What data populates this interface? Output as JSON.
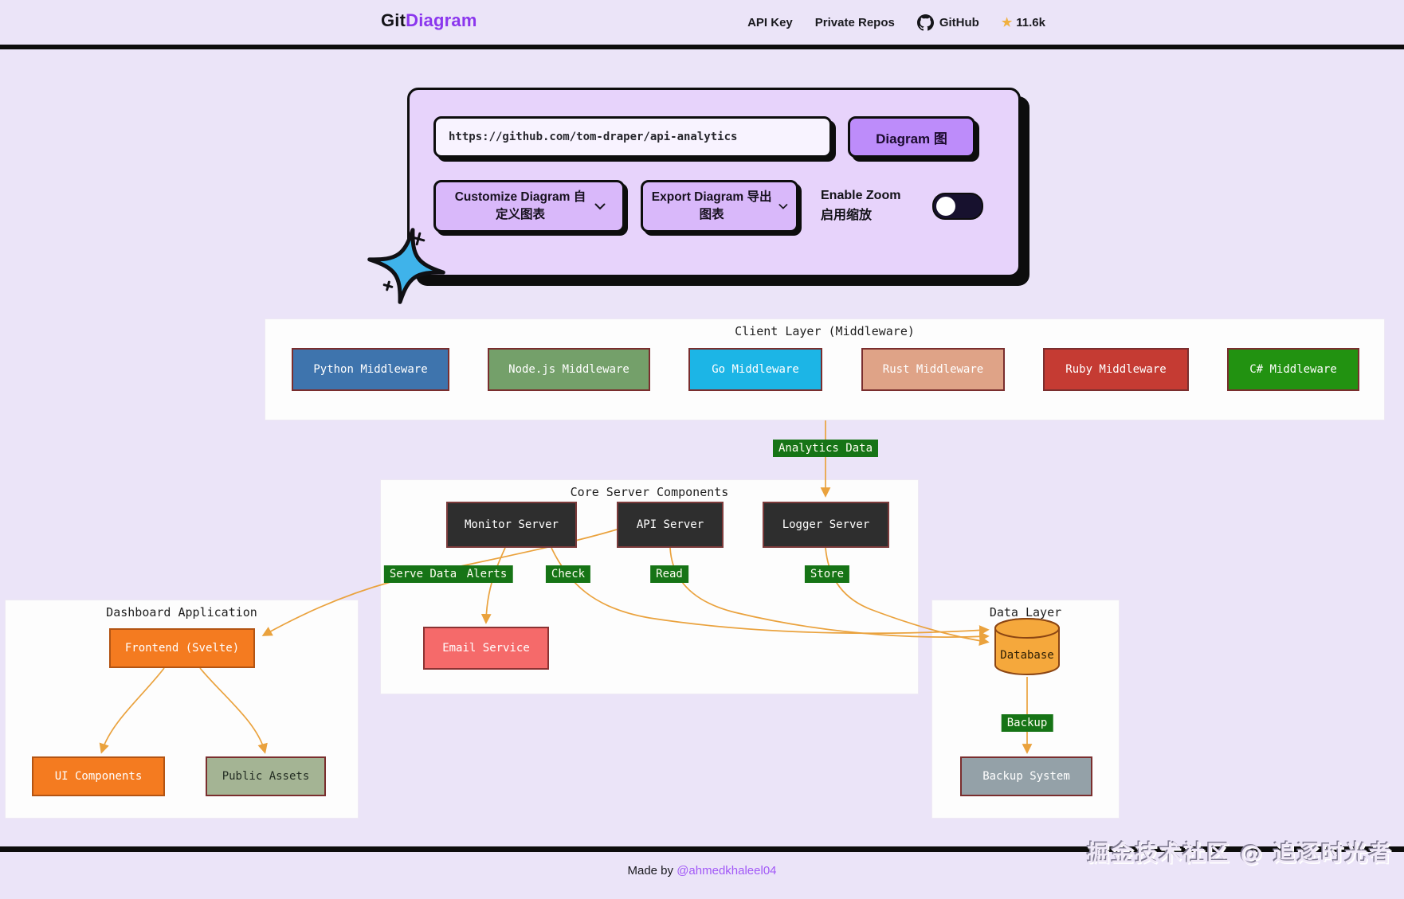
{
  "header": {
    "logo_prefix": "Git",
    "logo_suffix": "Diagram",
    "nav": {
      "api_key": "API Key",
      "private_repos": "Private Repos",
      "github": "GitHub",
      "stars": "11.6k"
    }
  },
  "card": {
    "url_value": "https://github.com/tom-draper/api-analytics",
    "diagram_button": "Diagram 图",
    "customize_button": "Customize Diagram 自定义图表",
    "export_button": "Export Diagram 导出图表",
    "enable_zoom_label": "Enable Zoom 启用缩放",
    "zoom_toggle_state": "off"
  },
  "diagram": {
    "colors": {
      "edge": "#eaa23d",
      "edge_label_bg": "#167416",
      "edge_label_fg": "#fffef2",
      "section_bg": "#fdfdfd"
    },
    "sections": [
      {
        "id": "client",
        "title": "Client Layer (Middleware)"
      },
      {
        "id": "core",
        "title": "Core Server Components"
      },
      {
        "id": "dashboard",
        "title": "Dashboard Application"
      },
      {
        "id": "data",
        "title": "Data Layer"
      }
    ],
    "nodes": [
      {
        "id": "python",
        "label": "Python Middleware",
        "bg": "#3e74ad",
        "fg": "#ffffff",
        "border": "#7a2e2e"
      },
      {
        "id": "nodejs",
        "label": "Node.js Middleware",
        "bg": "#74a06a",
        "fg": "#ffffff",
        "border": "#7a2e2e"
      },
      {
        "id": "go",
        "label": "Go Middleware",
        "bg": "#1cb5e6",
        "fg": "#ffffff",
        "border": "#7a2e2e"
      },
      {
        "id": "rust",
        "label": "Rust Middleware",
        "bg": "#dfa387",
        "fg": "#ffffff",
        "border": "#7a2e2e"
      },
      {
        "id": "ruby",
        "label": "Ruby Middleware",
        "bg": "#c53b33",
        "fg": "#ffffff",
        "border": "#7a2e2e"
      },
      {
        "id": "csharp",
        "label": "C# Middleware",
        "bg": "#229211",
        "fg": "#ffffff",
        "border": "#7a2e2e"
      },
      {
        "id": "monitor",
        "label": "Monitor Server",
        "bg": "#2e2e2e",
        "fg": "#ffffff",
        "border": "#7c3b3b"
      },
      {
        "id": "api",
        "label": "API Server",
        "bg": "#2e2e2e",
        "fg": "#ffffff",
        "border": "#7c3b3b"
      },
      {
        "id": "logger",
        "label": "Logger Server",
        "bg": "#2e2e2e",
        "fg": "#ffffff",
        "border": "#7c3b3b"
      },
      {
        "id": "email",
        "label": "Email Service",
        "bg": "#f56a6a",
        "fg": "#ffffff",
        "border": "#8b3333"
      },
      {
        "id": "frontend",
        "label": "Frontend (Svelte)",
        "bg": "#f47b20",
        "fg": "#ffffff",
        "border": "#b35413"
      },
      {
        "id": "ui",
        "label": "UI Components",
        "bg": "#f47b20",
        "fg": "#ffffff",
        "border": "#b35413"
      },
      {
        "id": "assets",
        "label": "Public Assets",
        "bg": "#a4b494",
        "fg": "#222c22",
        "border": "#7a2e2e"
      },
      {
        "id": "database",
        "label": "Database",
        "bg": "#f5a83c",
        "fg": "#2b1d04",
        "border": "#8b4513",
        "shape": "cylinder"
      },
      {
        "id": "backup",
        "label": "Backup System",
        "bg": "#94a1a8",
        "fg": "#ffffff",
        "border": "#7a2e2e"
      }
    ],
    "edge_labels": [
      {
        "id": "analytics",
        "label": "Analytics Data"
      },
      {
        "id": "serve",
        "label": "Serve Data"
      },
      {
        "id": "alerts",
        "label": "Alerts"
      },
      {
        "id": "check",
        "label": "Check"
      },
      {
        "id": "read",
        "label": "Read"
      },
      {
        "id": "store",
        "label": "Store"
      },
      {
        "id": "backupedge",
        "label": "Backup"
      }
    ]
  },
  "footer": {
    "made_by": "Made by",
    "author": "@ahmedkhaleel04",
    "watermark": "掘金技术社区 @ 追逐时光者"
  }
}
